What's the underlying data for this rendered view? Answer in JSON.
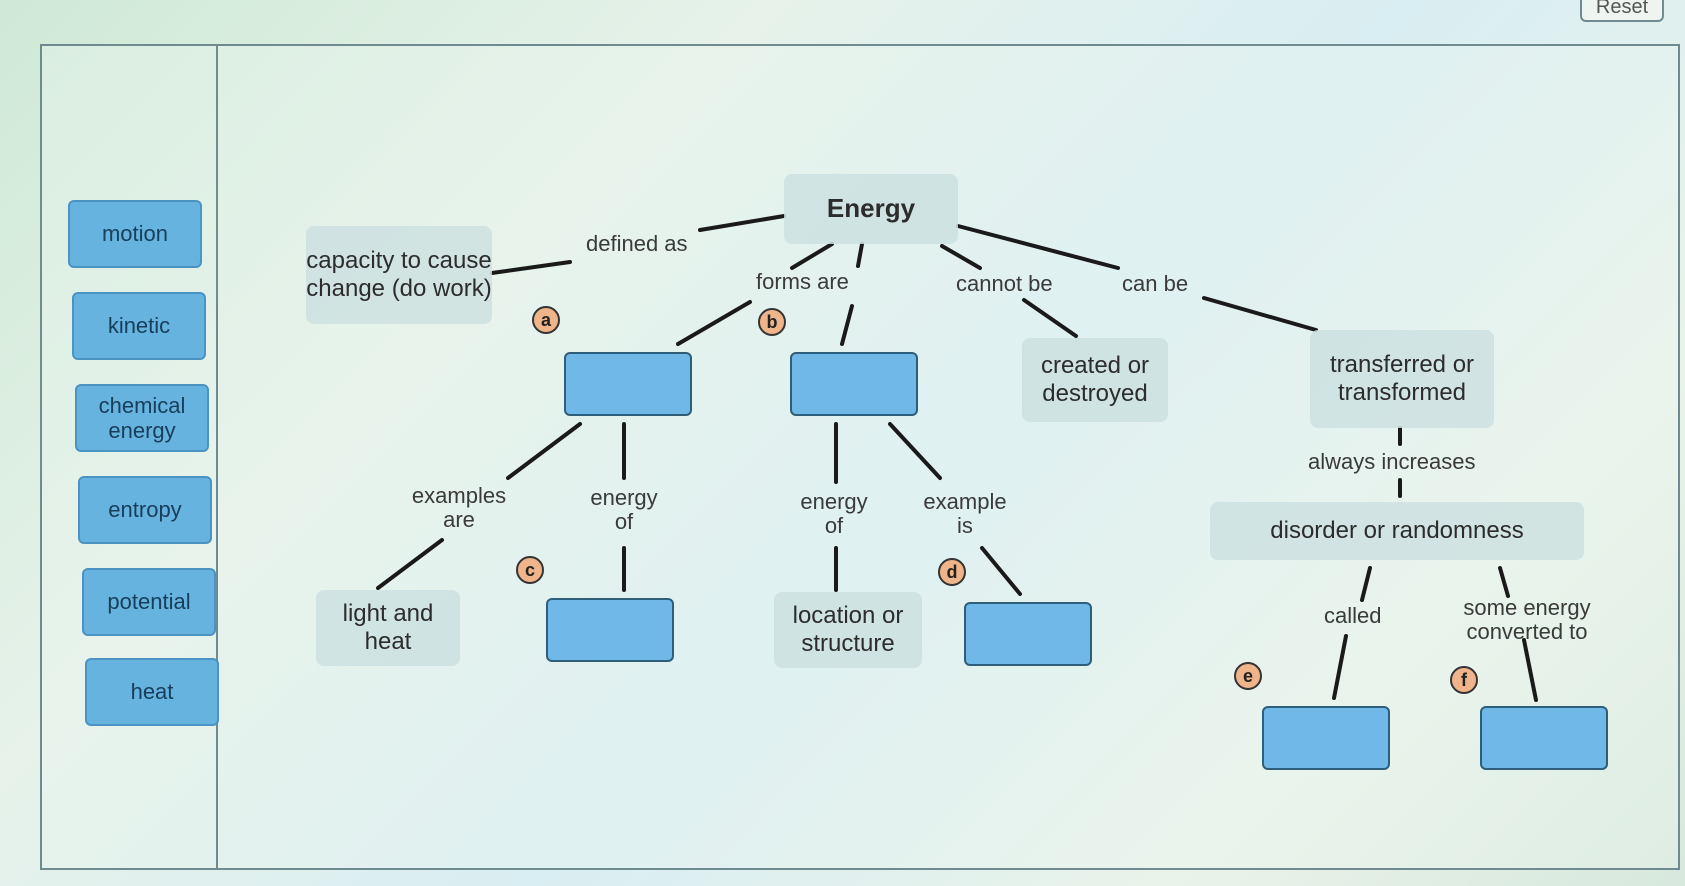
{
  "toolbar": {
    "reset_label": "Reset"
  },
  "word_bank": [
    "motion",
    "kinetic",
    "chemical energy",
    "entropy",
    "potential",
    "heat"
  ],
  "map": {
    "root": "Energy",
    "capacity": "capacity to cause change (do work)",
    "created": "created or destroyed",
    "transferred": "transferred or transformed",
    "light_heat": "light and heat",
    "location": "location or structure",
    "disorder": "disorder or randomness"
  },
  "links": {
    "defined_as": "defined as",
    "forms_are": "forms are",
    "cannot_be": "cannot be",
    "can_be": "can be",
    "examples_are": "examples are",
    "energy_of_1": "energy of",
    "energy_of_2": "energy of",
    "example_is": "example is",
    "always_increases": "always increases",
    "called": "called",
    "some_energy": "some energy converted to"
  },
  "badges": [
    "a",
    "b",
    "c",
    "d",
    "e",
    "f"
  ]
}
